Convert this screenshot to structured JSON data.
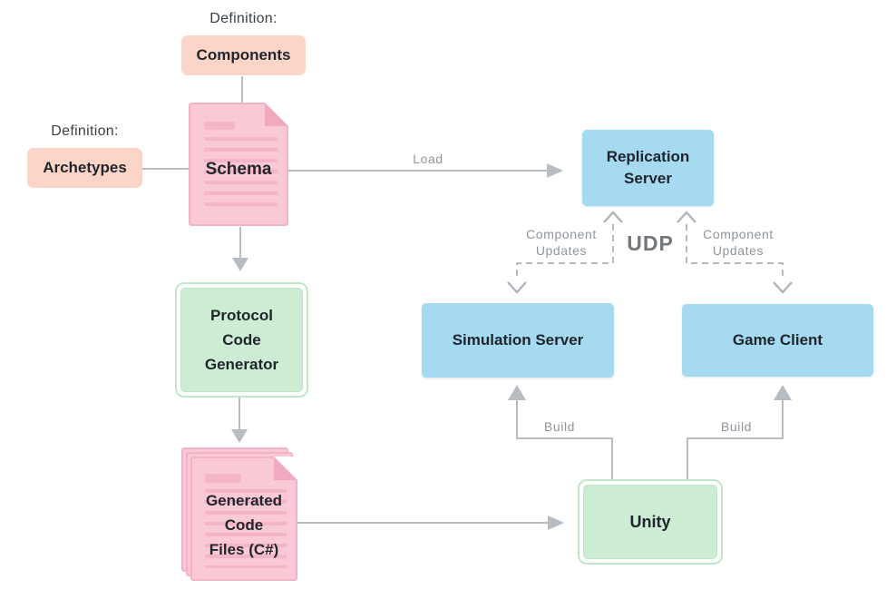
{
  "definitions": {
    "components": {
      "title": "Definition:",
      "label": "Components"
    },
    "archetypes": {
      "title": "Definition:",
      "label": "Archetypes"
    }
  },
  "nodes": {
    "schema": {
      "label": "Schema"
    },
    "replication_server": {
      "label": "Replication Server",
      "lines": [
        "Replication",
        "Server"
      ]
    },
    "protocol_code_generator": {
      "label": "Protocol Code Generator",
      "lines": [
        "Protocol",
        "Code",
        "Generator"
      ]
    },
    "generated_code_files": {
      "label": "Generated Code Files (C#)",
      "lines": [
        "Generated",
        "Code",
        "Files (C#)"
      ]
    },
    "simulation_server": {
      "label": "Simulation Server"
    },
    "game_client": {
      "label": "Game Client"
    },
    "unity": {
      "label": "Unity"
    }
  },
  "edges": {
    "load": {
      "label": "Load"
    },
    "udp": {
      "label": "UDP"
    },
    "component_updates_left": {
      "lines": [
        "Component",
        "Updates"
      ]
    },
    "component_updates_right": {
      "lines": [
        "Component",
        "Updates"
      ]
    },
    "build_left": {
      "label": "Build"
    },
    "build_right": {
      "label": "Build"
    }
  },
  "colors": {
    "peach_box": "#FCD5C9",
    "blue_box": "#A6DAF1",
    "green_fill": "#CCEDD3",
    "green_border": "#C0E8C8",
    "pink_doc_fill": "#F9C9D5",
    "pink_doc_border": "#F4B3C5",
    "connector_gray": "#B7BDC3",
    "label_gray": "#8F969C",
    "udp_gray": "#72777D",
    "text_dark": "#21262C"
  }
}
